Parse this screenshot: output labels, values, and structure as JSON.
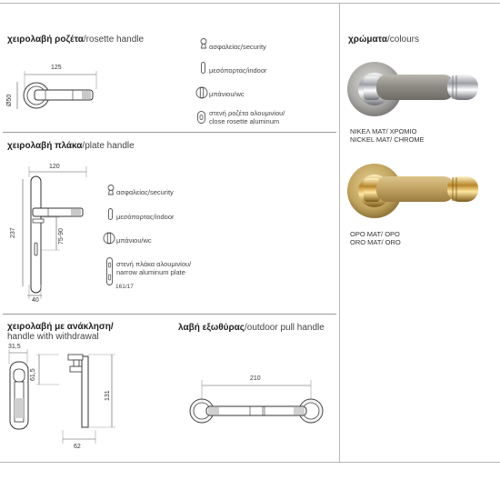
{
  "rosette": {
    "title_gr": "χειρολαβή ροζέτα",
    "title_en": "/rosette handle",
    "dim_width": "125",
    "dim_diameter": "Ø50",
    "options": [
      {
        "icon": "security-keyhole-icon",
        "label": "ασφαλείας/security"
      },
      {
        "icon": "indoor-slot-icon",
        "label": "μεσόπορτας/indoor"
      },
      {
        "icon": "wc-turn-icon",
        "label": "μπάνιου/wc"
      },
      {
        "icon": "close-rosette-icon",
        "label_line1": "στενή ροζέτα αλουμινίου/",
        "label_line2": "close rosette aluminum"
      }
    ]
  },
  "plate": {
    "title_gr": "χειρολαβή πλάκα",
    "title_en": "/plate handle",
    "dim_width": "120",
    "dim_height": "237",
    "dim_spacing": "75-90",
    "dim_bottom": "40",
    "options": [
      {
        "icon": "security-keyhole-icon",
        "label": "ασφαλείας/security"
      },
      {
        "icon": "indoor-slot-icon",
        "label": "μεσόπορτας/indoor"
      },
      {
        "icon": "wc-turn-icon",
        "label": "μπάνιου/wc"
      },
      {
        "icon": "narrow-plate-icon",
        "label_line1": "στενή πλάκα αλουμινίου/",
        "label_line2": "narrow aluminum plate",
        "code": "161/17"
      }
    ]
  },
  "withdrawal": {
    "title_gr": "χειρολαβή με ανάκληση/",
    "title_en": "handle with withdrawal",
    "dim_top": "31,5",
    "dim_side": "61,5",
    "dim_height": "131",
    "dim_bottom": "62"
  },
  "outdoor": {
    "title_gr": "λαβή εξωθύρας",
    "title_en": "/outdoor pull handle",
    "dim_width": "210"
  },
  "colours": {
    "title_gr": "χρώματα",
    "title_en": "/colours",
    "items": [
      {
        "line1": "ΝΙΚΕΛ ΜΑΤ/ ΧΡΩΜΙΟ",
        "line2": "NICKEL MAT/ CHROME"
      },
      {
        "line1": "ΟΡΟ ΜΑΤ/ ΟΡΟ",
        "line2": "ORO MAT/ ORO"
      }
    ]
  }
}
